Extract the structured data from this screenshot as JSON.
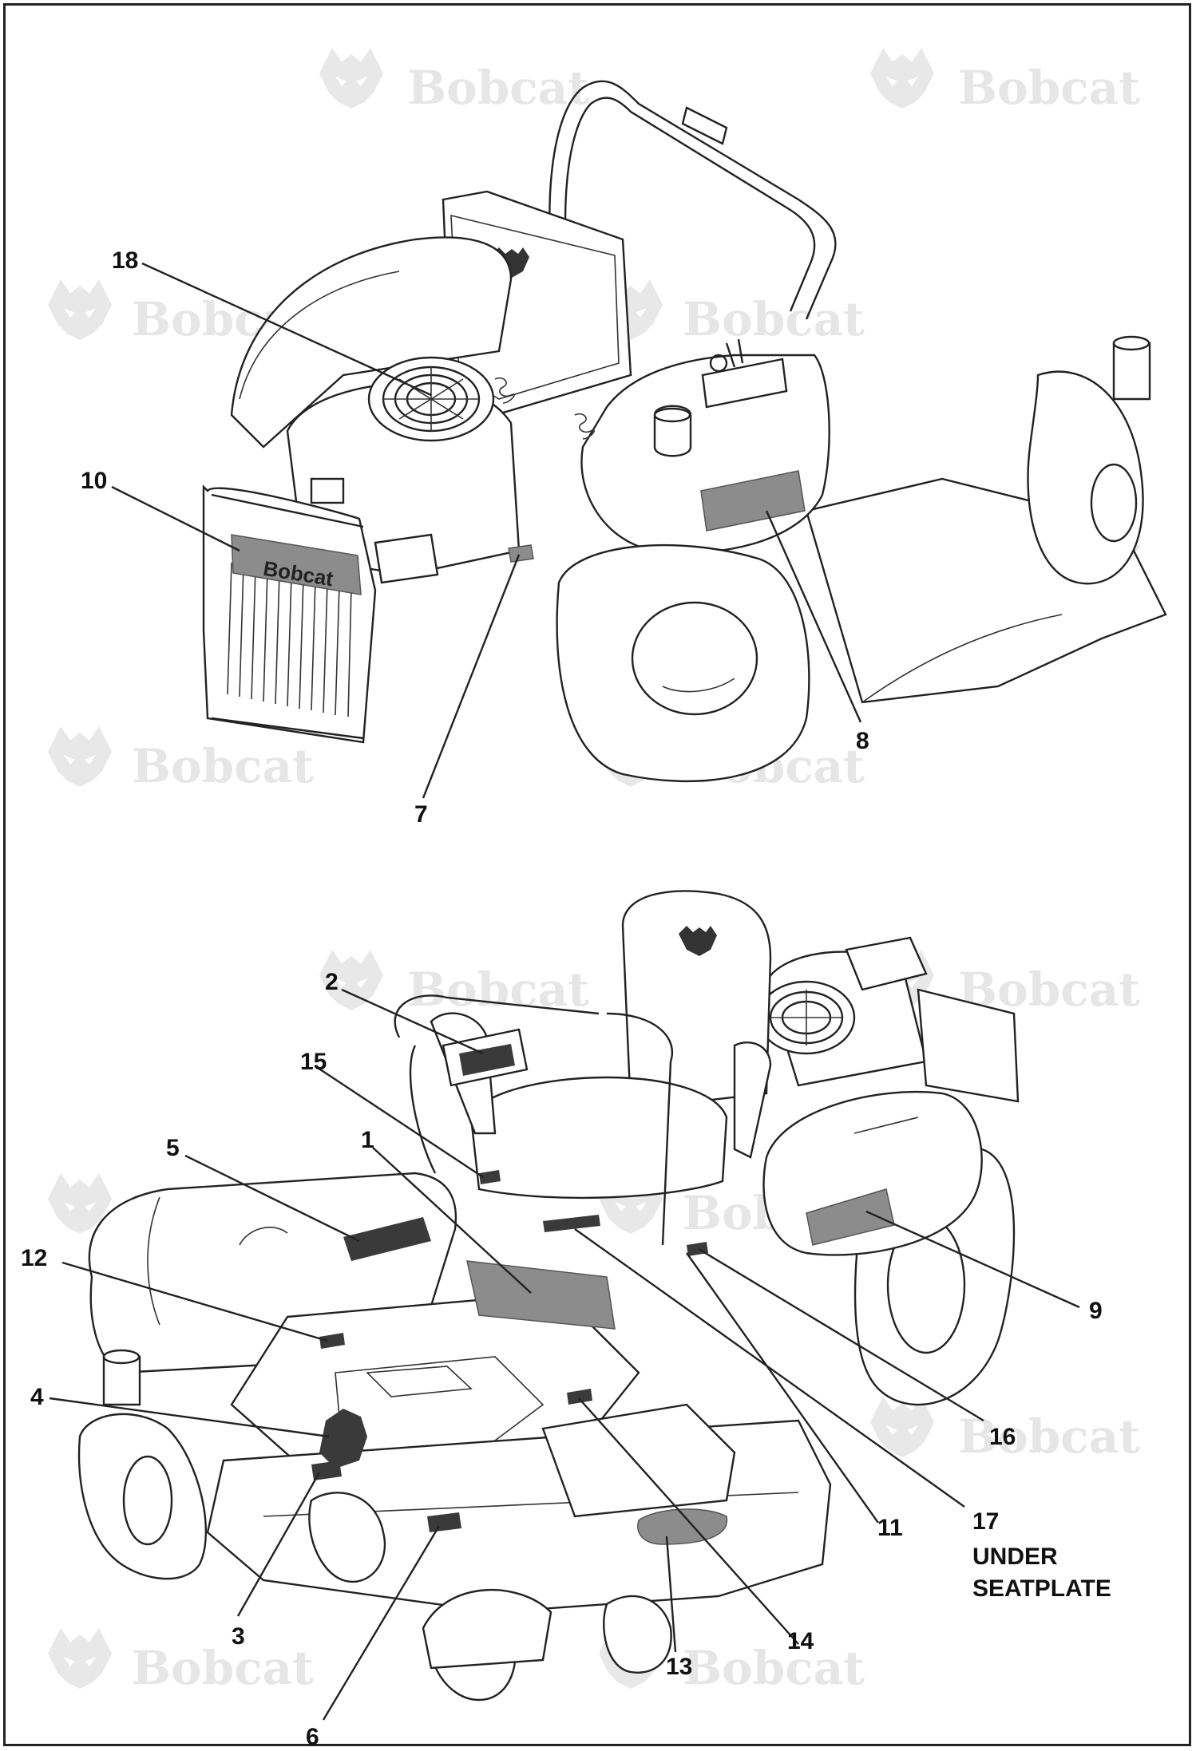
{
  "watermark": {
    "text": "Bobcat",
    "mark": "bobcat-head-logo"
  },
  "brand_badge": "Bobcat",
  "top_view": {
    "callouts": [
      "18",
      "10",
      "7",
      "8"
    ]
  },
  "bottom_view": {
    "callouts": [
      "2",
      "15",
      "1",
      "5",
      "12",
      "4",
      "3",
      "6",
      "14",
      "13",
      "11",
      "17",
      "16",
      "9"
    ],
    "note_line1": "UNDER",
    "note_line2": "SEATPLATE"
  },
  "colors": {
    "decal": "#8c8c8c",
    "watermark": "#e6e6e6",
    "ink": "#111111"
  }
}
